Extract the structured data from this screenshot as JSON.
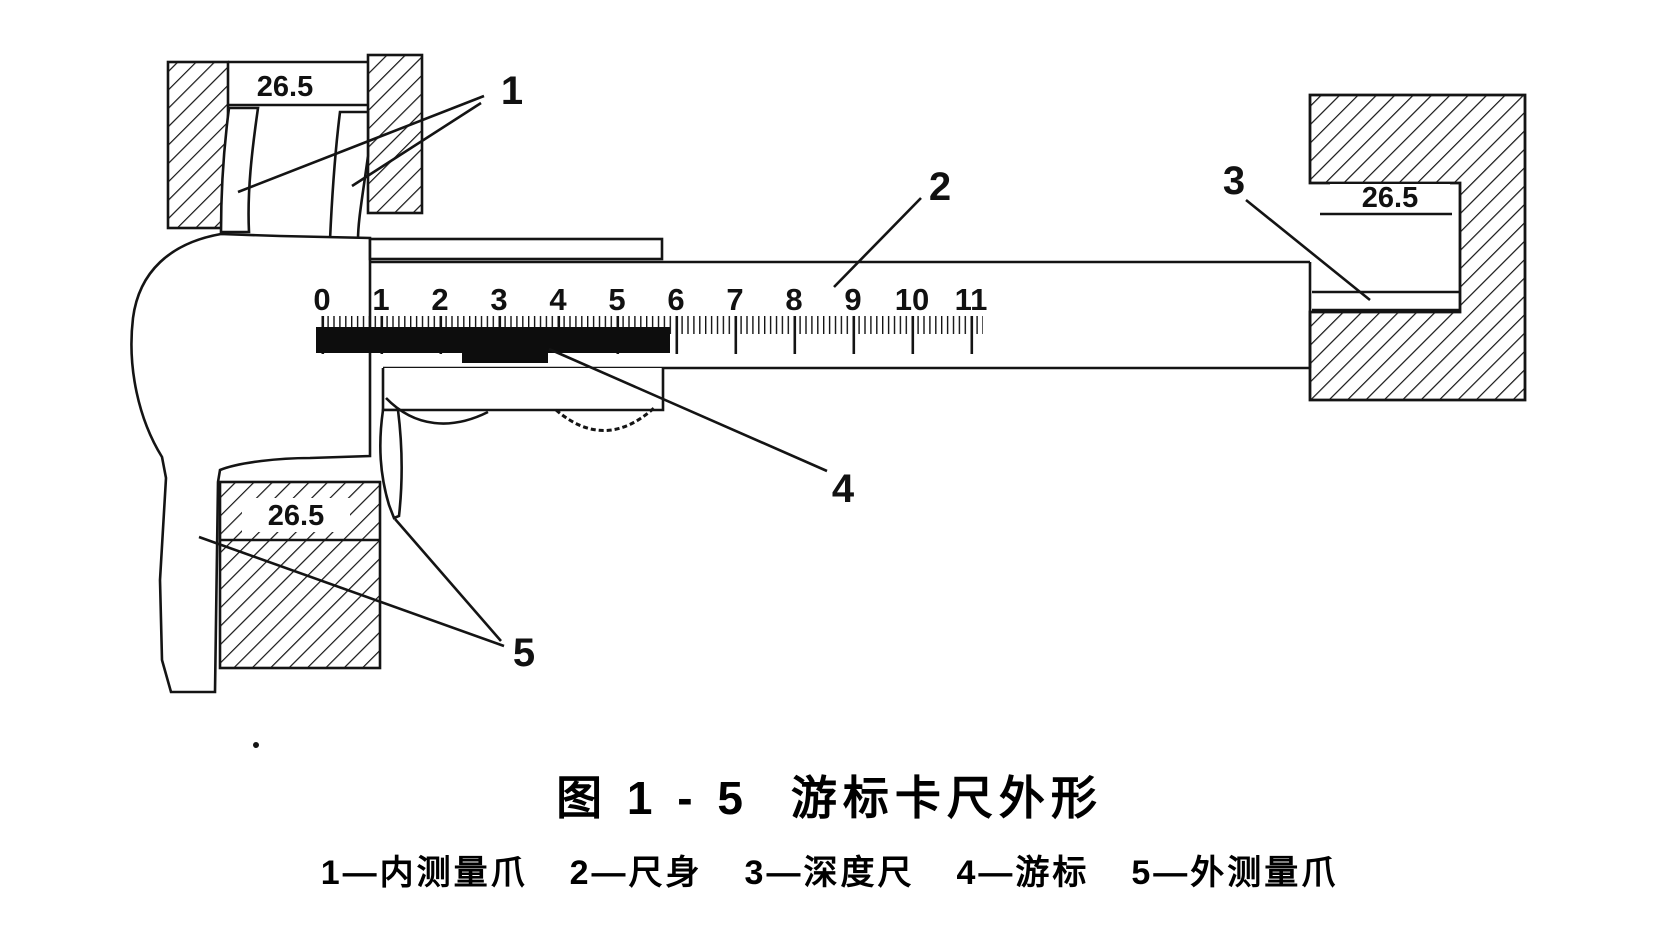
{
  "figure": {
    "caption": {
      "prefix": "图 1 - 5",
      "title": "游标卡尺外形"
    },
    "legend_items": [
      "1—内测量爪",
      "2—尺身",
      "3—深度尺",
      "4—游标",
      "5—外测量爪"
    ]
  },
  "diagram": {
    "callouts": [
      "1",
      "2",
      "3",
      "4",
      "5"
    ],
    "dimensions": {
      "top_slot": "26.5",
      "depth_hole": "26.5",
      "bottom_block": "26.5"
    },
    "main_scale_numbers": [
      "0",
      "1",
      "2",
      "3",
      "4",
      "5",
      "6",
      "7",
      "8",
      "9",
      "10",
      "11"
    ]
  }
}
